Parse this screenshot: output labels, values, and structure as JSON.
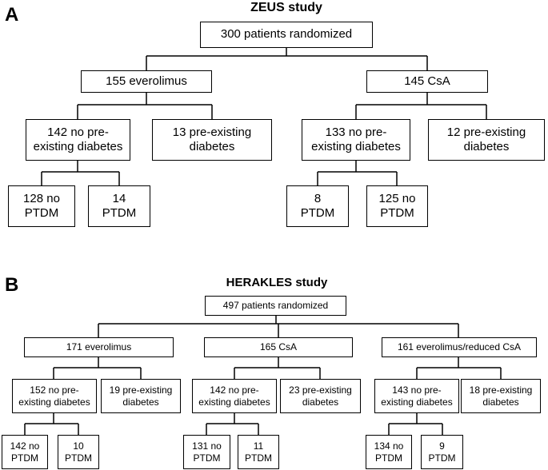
{
  "panel_a": {
    "letter": "A",
    "title": "ZEUS study",
    "nodes": {
      "root": "300 patients randomized",
      "arm1": "155 everolimus",
      "arm2": "145 CsA",
      "arm1_nodiab": "142 no pre-\nexisting diabetes",
      "arm1_diab": "13 pre-existing\ndiabetes",
      "arm2_nodiab": "133 no pre-\nexisting diabetes",
      "arm2_diab": "12 pre-existing\ndiabetes",
      "arm1_noptdm": "128 no\nPTDM",
      "arm1_ptdm": "14\nPTDM",
      "arm2_ptdm": "8\nPTDM",
      "arm2_noptdm": "125 no\nPTDM"
    }
  },
  "panel_b": {
    "letter": "B",
    "title": "HERAKLES study",
    "nodes": {
      "root": "497 patients randomized",
      "arm1": "171 everolimus",
      "arm2": "165 CsA",
      "arm3": "161 everolimus/reduced CsA",
      "arm1_nodiab": "152 no pre-\nexisting diabetes",
      "arm1_diab": "19 pre-existing\ndiabetes",
      "arm2_nodiab": "142 no pre-\nexisting diabetes",
      "arm2_diab": "23 pre-existing\ndiabetes",
      "arm3_nodiab": "143 no pre-\nexisting diabetes",
      "arm3_diab": "18 pre-existing\ndiabetes",
      "arm1_noptdm": "142 no\nPTDM",
      "arm1_ptdm": "10\nPTDM",
      "arm2_noptdm": "131 no\nPTDM",
      "arm2_ptdm": "11\nPTDM",
      "arm3_noptdm": "134 no\nPTDM",
      "arm3_ptdm": "9\nPTDM"
    }
  }
}
